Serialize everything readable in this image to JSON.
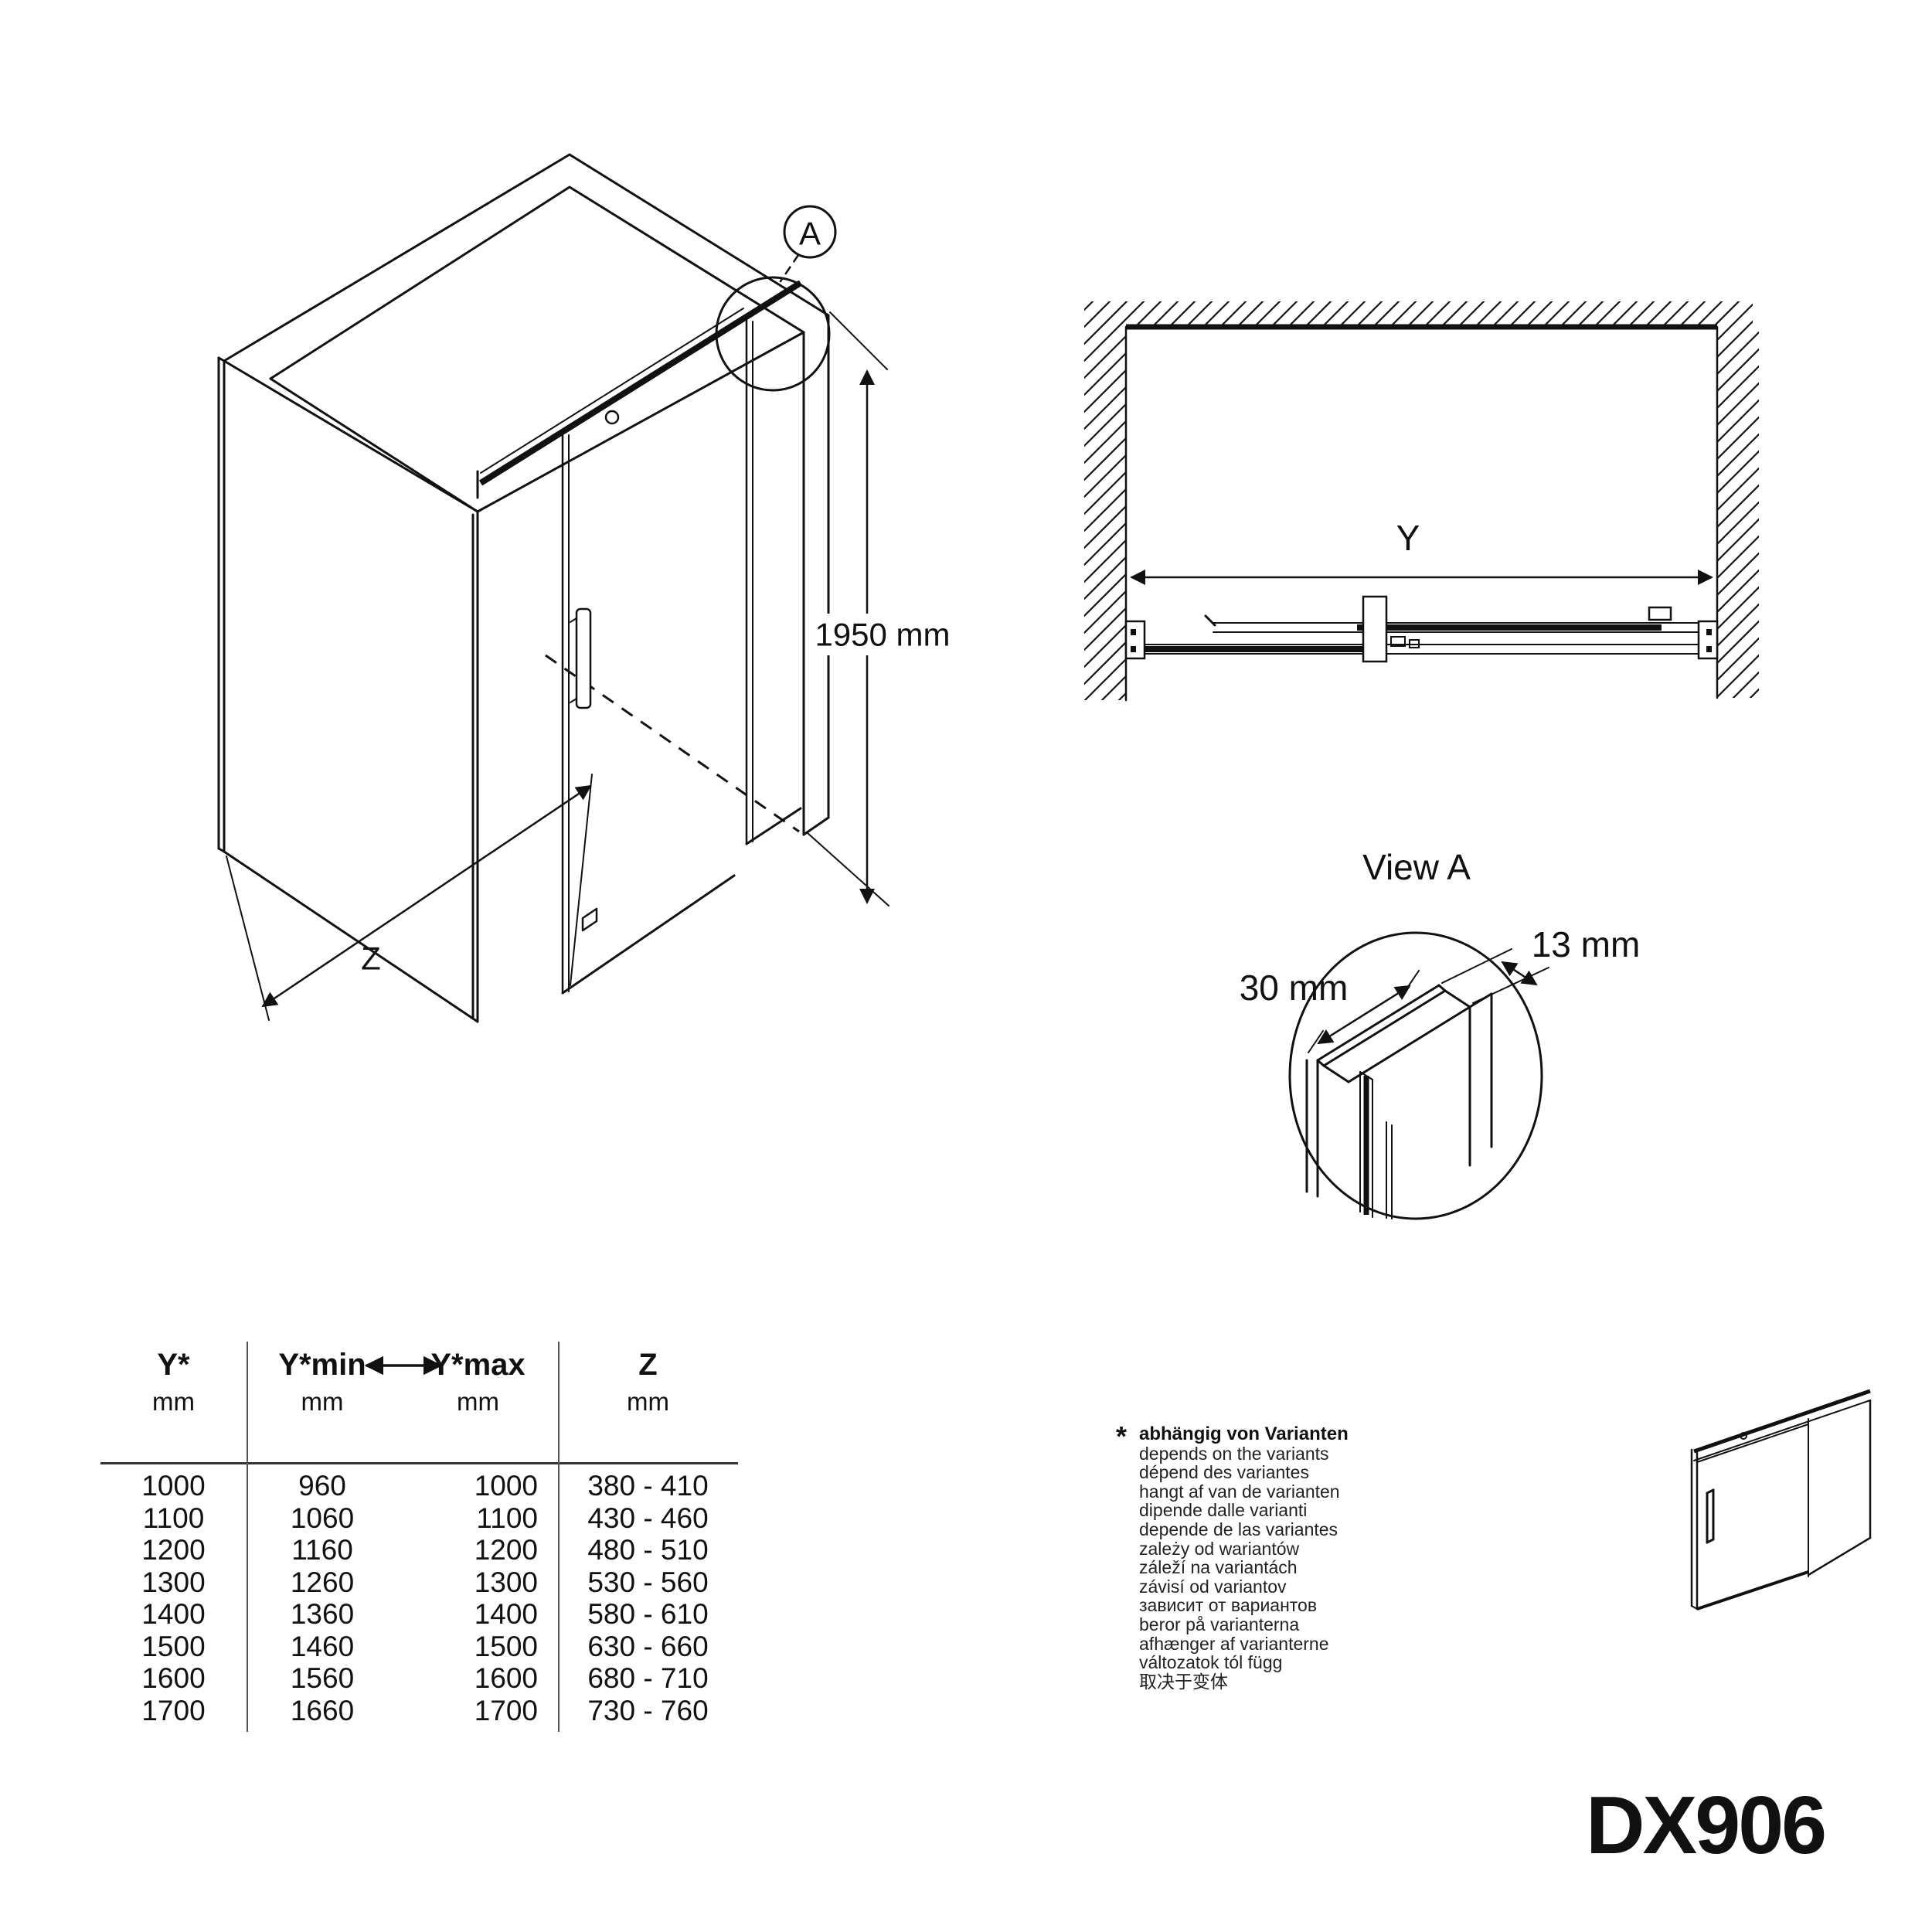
{
  "model_code": "DX906",
  "colors": {
    "ink": "#111111",
    "background": "#ffffff"
  },
  "isometric_view": {
    "detail_balloon": "A",
    "height_dimension": "1950 mm",
    "depth_dimension_label": "Z"
  },
  "plan_view": {
    "width_dimension_label": "Y"
  },
  "detail_view": {
    "title": "View A",
    "channel_width_dimension": "30 mm",
    "channel_depth_dimension": "13 mm"
  },
  "table": {
    "columns": [
      {
        "label": "Y*",
        "unit": "mm"
      },
      {
        "label": "Y*min",
        "unit": "mm"
      },
      {
        "label": "Y*max",
        "unit": "mm"
      },
      {
        "label": "Z",
        "unit": "mm"
      }
    ],
    "rows": [
      [
        "1000",
        "960",
        "1000",
        "380 - 410"
      ],
      [
        "1100",
        "1060",
        "1100",
        "430 - 460"
      ],
      [
        "1200",
        "1160",
        "1200",
        "480 - 510"
      ],
      [
        "1300",
        "1260",
        "1300",
        "530 - 560"
      ],
      [
        "1400",
        "1360",
        "1400",
        "580 - 610"
      ],
      [
        "1500",
        "1460",
        "1500",
        "630 - 660"
      ],
      [
        "1600",
        "1560",
        "1600",
        "680 - 710"
      ],
      [
        "1700",
        "1660",
        "1700",
        "730 - 760"
      ]
    ]
  },
  "variants_note": {
    "marker": "*",
    "heading": "abhängig von Varianten",
    "translations": [
      "depends on the variants",
      "dépend des variantes",
      "hangt af van de varianten",
      "dipende dalle varianti",
      "depende de las variantes",
      "zależy od wariantów",
      "záleží na variantách",
      "závisí od variantov",
      "зависит от вариантов",
      "beror på varianterna",
      "afhænger af varianterne",
      "változatok tól függ",
      "取决于变体"
    ]
  }
}
